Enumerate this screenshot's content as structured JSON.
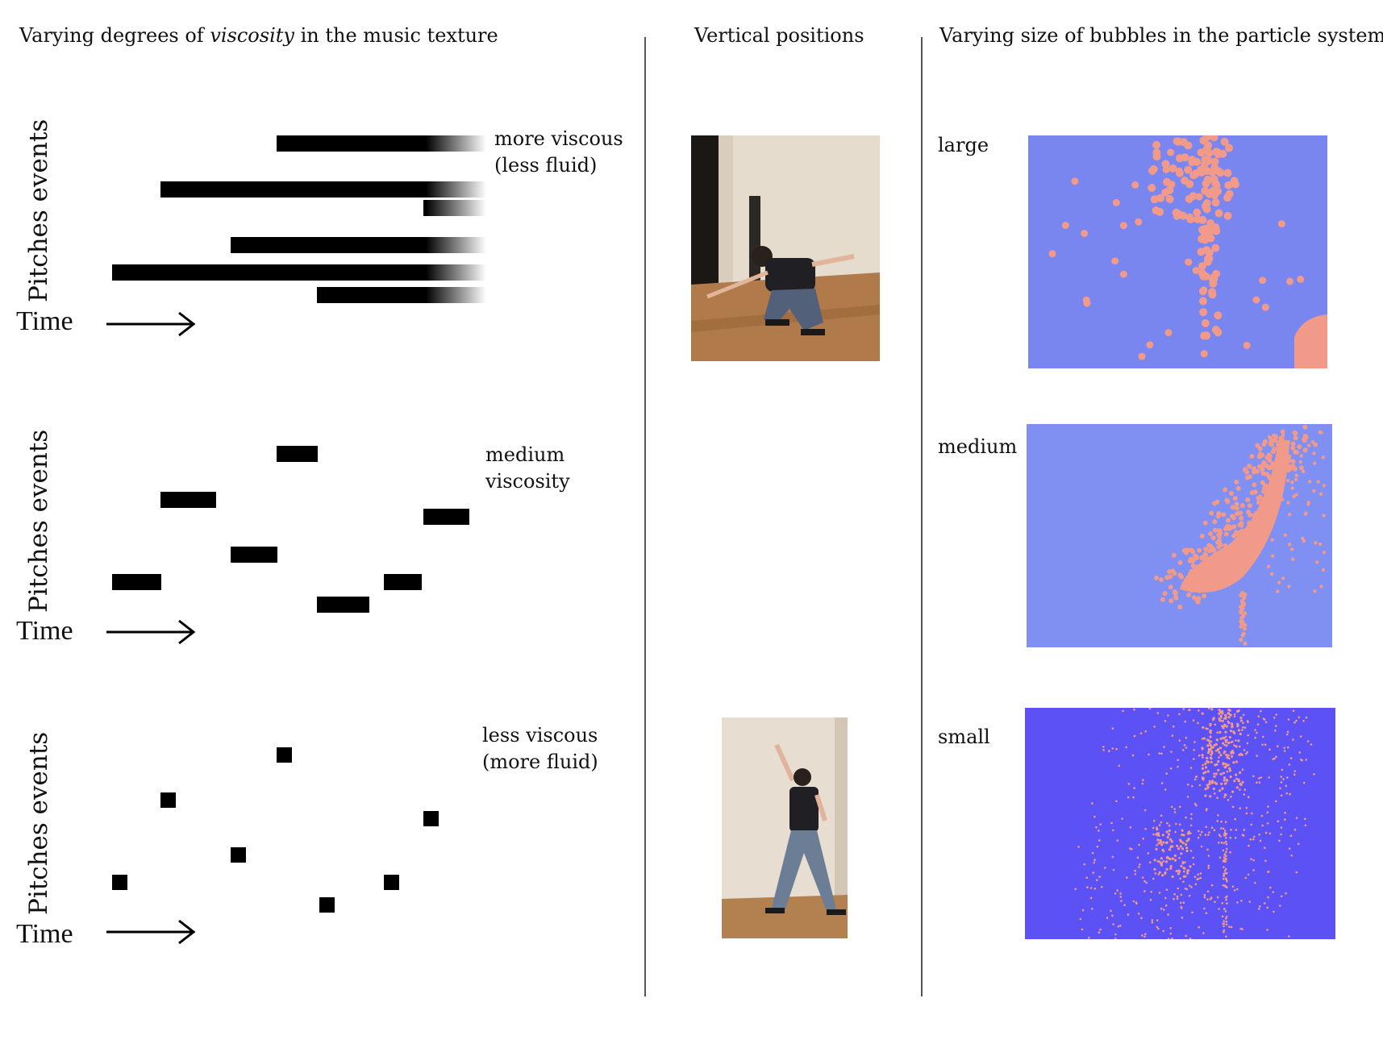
{
  "headers": {
    "col1_prefix": "Varying degrees of ",
    "col1_em": "viscosity",
    "col1_suffix": " in the music texture",
    "col2": "Vertical positions",
    "col3": "Varying size of bubbles in the particle system"
  },
  "axes": {
    "y_label": "Pitches events",
    "x_label": "Time"
  },
  "rows": [
    {
      "note_line1": "more viscous",
      "note_line2": "(less fluid)",
      "bubble_size": "large"
    },
    {
      "note_line1": "medium",
      "note_line2": "viscosity",
      "bubble_size": "medium"
    },
    {
      "note_line1": "less viscous",
      "note_line2": "(more fluid)",
      "bubble_size": "small"
    }
  ],
  "colors": {
    "particle_bg_large": "#7a86f0",
    "particle_bg_medium": "#7f8ff2",
    "particle_bg_small": "#5b51f5",
    "particle": "#f19a8a"
  }
}
